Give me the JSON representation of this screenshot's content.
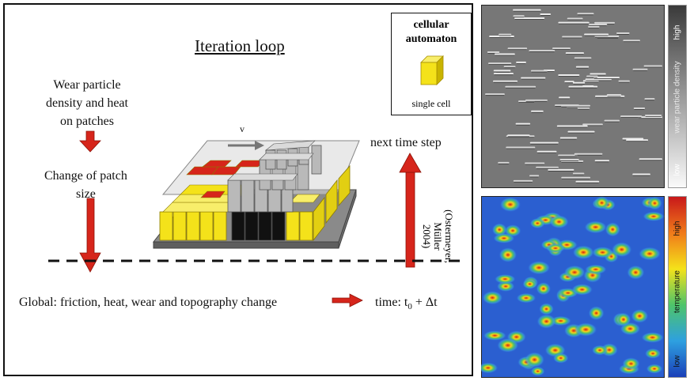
{
  "title": "Iteration loop",
  "left_text": {
    "wear_density": "Wear particle\ndensity and heat\non patches",
    "change_patch": "Change of patch\nsize",
    "next_step": "next time step",
    "velocity": "v"
  },
  "global_text": {
    "label": "Global:  friction, heat, wear and topography change",
    "time_prefix": "time: t",
    "time_sub": "0",
    "time_suffix": "  + Δt"
  },
  "cellular_automaton": {
    "title": "cellular\nautomaton",
    "cell_label": "single cell"
  },
  "citation": "(Ostermeyer,\nMüller\n2004)",
  "colorbars": {
    "density": {
      "high": "high",
      "quantity": "wear particle density",
      "low": "low"
    },
    "temperature": {
      "high": "high",
      "quantity": "temperature",
      "low": "low"
    }
  },
  "colors": {
    "arrow_red": "#d6251b",
    "cell_yellow": "#f4e21a",
    "density_bg": "#777777",
    "temp_bg": "#2b5fd0"
  }
}
